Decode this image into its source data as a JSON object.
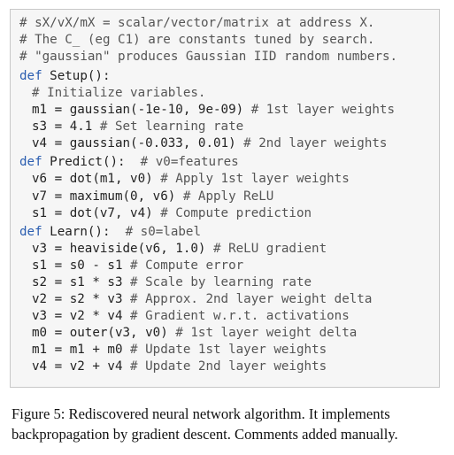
{
  "code": {
    "lines": [
      {
        "pre": "",
        "kw": "",
        "code": "",
        "comment": "# sX/vX/mX = scalar/vector/matrix at address X."
      },
      {
        "pre": "",
        "kw": "",
        "code": "",
        "comment": "# The C_ (eg C1) are constants tuned by search."
      },
      {
        "pre": "",
        "kw": "",
        "code": "",
        "comment": "# \"gaussian\" produces Gaussian IID random numbers."
      },
      {
        "pre": "",
        "kw": "def",
        "code": " Setup():",
        "comment": ""
      },
      {
        "pre": "  ",
        "kw": "",
        "code": "",
        "comment": "# Initialize variables."
      },
      {
        "pre": "  ",
        "kw": "",
        "code": "m1 = gaussian(-1e-10, 9e-09) ",
        "comment": "# 1st layer weights"
      },
      {
        "pre": "  ",
        "kw": "",
        "code": "s3 = 4.1 ",
        "comment": "# Set learning rate"
      },
      {
        "pre": "  ",
        "kw": "",
        "code": "v4 = gaussian(-0.033, 0.01) ",
        "comment": "# 2nd layer weights"
      },
      {
        "pre": "",
        "kw": "def",
        "code": " Predict():  ",
        "comment": "# v0=features"
      },
      {
        "pre": "  ",
        "kw": "",
        "code": "v6 = dot(m1, v0) ",
        "comment": "# Apply 1st layer weights"
      },
      {
        "pre": "  ",
        "kw": "",
        "code": "v7 = maximum(0, v6) ",
        "comment": "# Apply ReLU"
      },
      {
        "pre": "  ",
        "kw": "",
        "code": "s1 = dot(v7, v4) ",
        "comment": "# Compute prediction"
      },
      {
        "pre": "",
        "kw": "def",
        "code": " Learn():  ",
        "comment": "# s0=label"
      },
      {
        "pre": "  ",
        "kw": "",
        "code": "v3 = heaviside(v6, 1.0) ",
        "comment": "# ReLU gradient"
      },
      {
        "pre": "  ",
        "kw": "",
        "code": "s1 = s0 - s1 ",
        "comment": "# Compute error"
      },
      {
        "pre": "  ",
        "kw": "",
        "code": "s2 = s1 * s3 ",
        "comment": "# Scale by learning rate"
      },
      {
        "pre": "  ",
        "kw": "",
        "code": "v2 = s2 * v3 ",
        "comment": "# Approx. 2nd layer weight delta"
      },
      {
        "pre": "  ",
        "kw": "",
        "code": "v3 = v2 * v4 ",
        "comment": "# Gradient w.r.t. activations"
      },
      {
        "pre": "  ",
        "kw": "",
        "code": "m0 = outer(v3, v0) ",
        "comment": "# 1st layer weight delta"
      },
      {
        "pre": "  ",
        "kw": "",
        "code": "m1 = m1 + m0 ",
        "comment": "# Update 1st layer weights"
      },
      {
        "pre": "  ",
        "kw": "",
        "code": "v4 = v2 + v4 ",
        "comment": "# Update 2nd layer weights"
      }
    ]
  },
  "caption": {
    "line1": "Figure 5: Rediscovered neural network algorithm. It implements",
    "line2": "backpropagation by gradient descent. Comments added manually."
  }
}
